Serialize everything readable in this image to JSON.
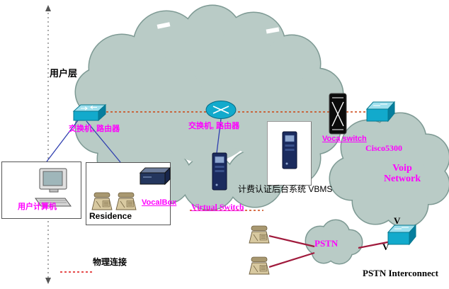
{
  "diagram_title": "VBMS network topology diagram",
  "colors": {
    "cloud_fill": "#b9cbc6",
    "cloud_stroke": "#7e9a94",
    "magenta_label": "#ff00ff",
    "backbone_dotted_line": "#cc4411",
    "blue_line": "#2f3faf",
    "dark_red_line": "#a01a3c",
    "device_cyan": "#12aacc"
  },
  "labels": {
    "user_layer": "用户层",
    "switch_router_left": "交换机, 路由器",
    "switch_router_mid": "交换机, 路由器",
    "virtual_switch": "Virtual  Switch",
    "vbms": "计费认证后台系统 VBMS",
    "voca_switch": "Voca switch",
    "cisco5300": "Cisco5300",
    "voip_line1": "Voip",
    "voip_line2": "Network",
    "pstn": "PSTN",
    "pstn_interconnect": "PSTN Interconnect",
    "user_computer": "用户计算机",
    "vocalbox": "VocalBox",
    "residence": "Residence",
    "physical_connection": "物理连接",
    "gateway_v_top": "V",
    "gateway_v_bottom": "V"
  }
}
